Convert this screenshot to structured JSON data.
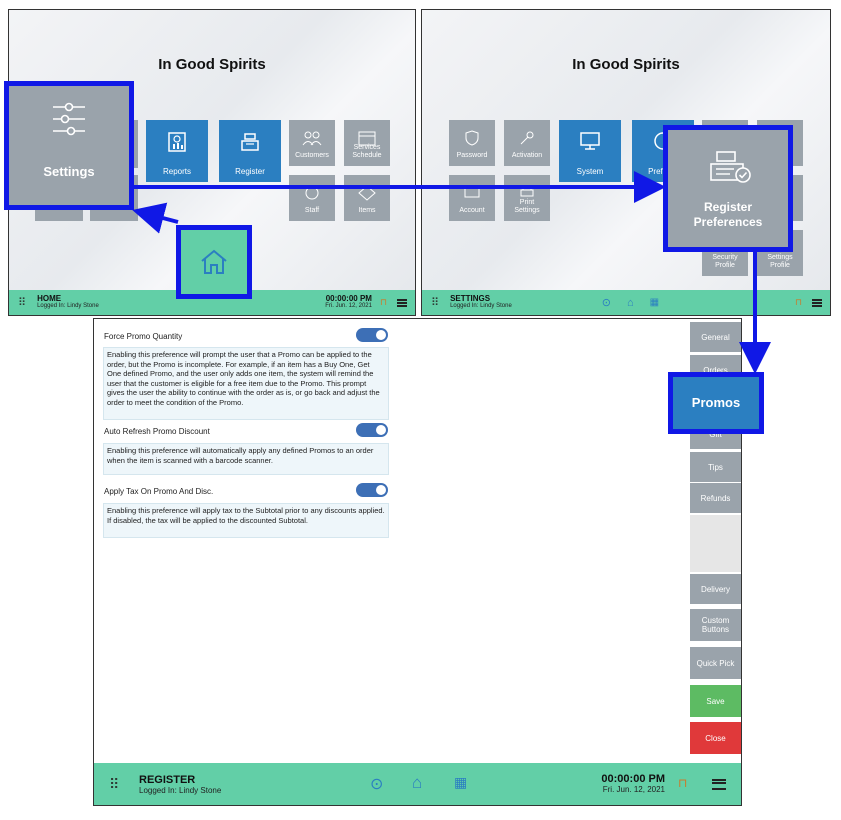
{
  "home_screen": {
    "title": "In Good Spirits",
    "tiles": [
      "Reports",
      "Register",
      "Customers",
      "Services Schedule",
      "Staff",
      "Items"
    ],
    "footer": {
      "title": "HOME",
      "logged_in": "Logged In:   Lindy Stone",
      "time": "00:00:00 PM",
      "date": "Fri. Jun. 12, 2021"
    }
  },
  "settings_screen": {
    "title": "In Good Spirits",
    "tiles": [
      "Password",
      "Activation",
      "System",
      "Prefer",
      "Account",
      "Print Settings",
      "Security Profile",
      "Settings Profile"
    ],
    "footer": {
      "title": "SETTINGS",
      "logged_in": "Logged In:   Lindy Stone"
    }
  },
  "callouts": {
    "settings": "Settings",
    "register_preferences": "Register Preferences",
    "promos": "Promos"
  },
  "preferences": [
    {
      "label": "Force Promo Quantity",
      "description": "Enabling this preference will prompt the user that a Promo can be applied to the order, but the Promo is incomplete. For example, if an item has a Buy One, Get One defined Promo, and the user only adds one item, the system will remind the user that the customer is eligible for a free item due to the Promo. This prompt gives the user the ability to continue with the order as is, or go back and adjust the order to meet the condition of the Promo.",
      "enabled": true
    },
    {
      "label": "Auto Refresh Promo Discount",
      "description": "Enabling this preference will automatically apply any defined Promos to an order when the item is scanned with a barcode scanner.",
      "enabled": true
    },
    {
      "label": "Apply Tax On Promo And Disc.",
      "description": "Enabling this preference will apply tax to the Subtotal prior to any discounts applied. If disabled, the tax will be applied to the discounted Subtotal.",
      "enabled": true
    }
  ],
  "side_menu": {
    "general": "General",
    "orders": "Orders",
    "gift": "Gift",
    "tips": "Tips",
    "refunds": "Refunds",
    "delivery": "Delivery",
    "custom_buttons": "Custom Buttons",
    "quick_pick": "Quick Pick",
    "save": "Save",
    "close": "Close"
  },
  "register_footer": {
    "title": "REGISTER",
    "logged_in": "Logged In:   Lindy Stone",
    "time": "00:00:00 PM",
    "date": "Fri. Jun. 12, 2021"
  },
  "colors": {
    "accent_green": "#62cfa7",
    "tile_blue": "#2b7fc1",
    "tile_gray": "#9aa3ab",
    "highlight": "#1018e6",
    "save": "#5dbb63",
    "close": "#e0393a"
  }
}
